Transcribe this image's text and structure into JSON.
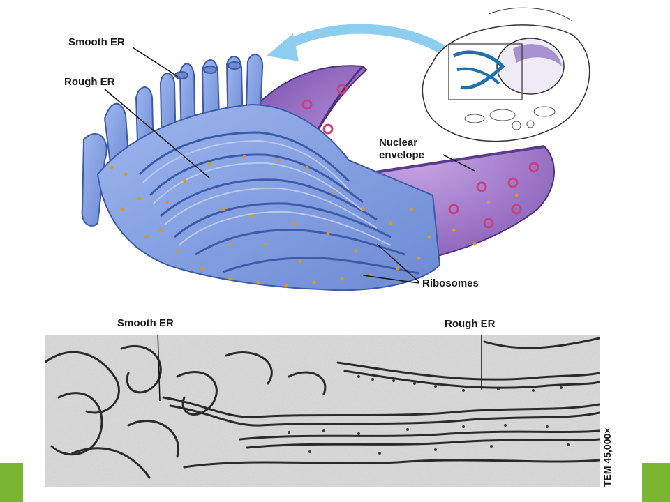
{
  "labels": {
    "smooth_er_top": "Smooth ER",
    "rough_er_top": "Rough ER",
    "nuclear_envelope_line1": "Nuclear",
    "nuclear_envelope_line2": "envelope",
    "ribosomes": "Ribosomes",
    "smooth_er_bottom": "Smooth ER",
    "rough_er_bottom": "Rough ER",
    "tem_scale": "TEM 45,000×"
  },
  "colors": {
    "er_blue": "#7f9fdf",
    "er_dark": "#3d5aa8",
    "nucleus_purple": "#8c62b8",
    "nucleus_light": "#b596d9",
    "pore_pink": "#c9407d",
    "ribosome_orange": "#d79a1f",
    "arrow_blue": "#8dcdf0",
    "accent_green": "#7ab632"
  }
}
